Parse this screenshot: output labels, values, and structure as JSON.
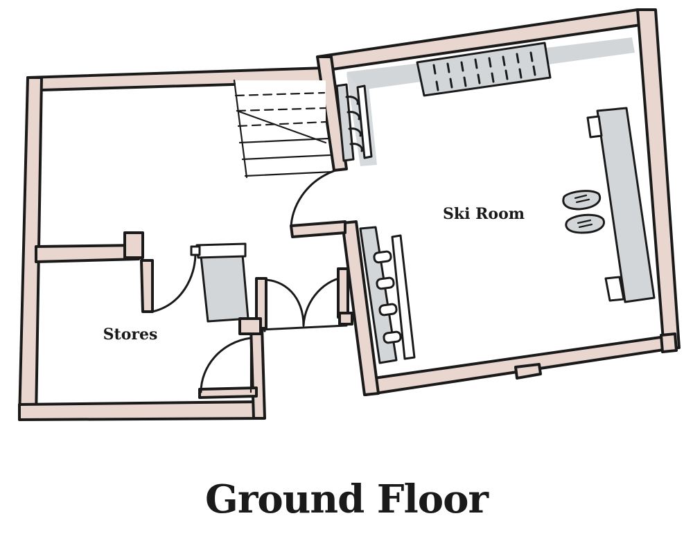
{
  "title": "Ground Floor",
  "rooms": {
    "ski_room": "Ski Room",
    "stores": "Stores"
  },
  "colors": {
    "wall_fill": "#e8d6cf",
    "ink": "#1a1a1a",
    "furniture_grey": "#d3d6d8",
    "background": "#ffffff"
  },
  "icons": {
    "ski_boots": "boots-icon",
    "ski_rack": "ski-rack-icon",
    "staircase": "staircase-icon"
  }
}
